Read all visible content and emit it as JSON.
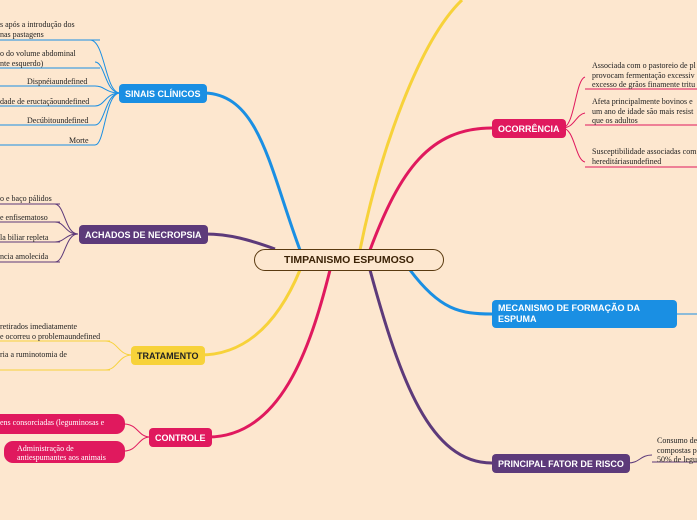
{
  "center": "TIMPANISMO ESPUMOSO",
  "branches": {
    "sinais": {
      "label": "SINAIS CLÍNICOS",
      "color": "#1a8fe3",
      "leaves": [
        "s após a introdução dos\nnas pastagens",
        "o do volume abdominal\nnte esquerdo)",
        "Dispnéiaundefined",
        "dade de eructaçãoundefined",
        "Decúbitoundefined",
        "Morte"
      ]
    },
    "necropsia": {
      "label": "ACHADOS DE NECROPSIA",
      "color": "#5d3a7a",
      "leaves": [
        "o e baço pálidos",
        "e enfisematoso",
        "la biliar repleta",
        "ncia amolecida"
      ]
    },
    "tratamento": {
      "label": "TRATAMENTO",
      "color": "#f7d23a",
      "leaves": [
        "retirados imediatamente\ne ocorreu o problemaundefined",
        "ria a ruminotomia de"
      ]
    },
    "controle": {
      "label": "CONTROLE",
      "color": "#e0195e",
      "leaves": [
        "ens consorciadas (leguminosas e",
        "Administração de\nantiespumantes aos animais"
      ]
    },
    "ocorrencia": {
      "label": "OCORRÊNCIA",
      "color": "#e0195e",
      "leaves": [
        "Associada com o pastoreio de pl\nprovocam fermentação excessiv\nexcesso de grãos finamente tritu",
        "Afeta principalmente bovinos e\num ano de idade são mais resist\nque os adultos",
        "Susceptibilidade associadas com\nhereditáriasundefined"
      ]
    },
    "mecanismo": {
      "label": "MECANISMO DE FORMAÇÃO DA\nESPUMA",
      "color": "#1a8fe3"
    },
    "risco": {
      "label": "PRINCIPAL FATOR DE RISCO",
      "color": "#5d3a7a",
      "leaves": [
        "Consumo de\ncompostas p\n50% de legu"
      ]
    }
  }
}
